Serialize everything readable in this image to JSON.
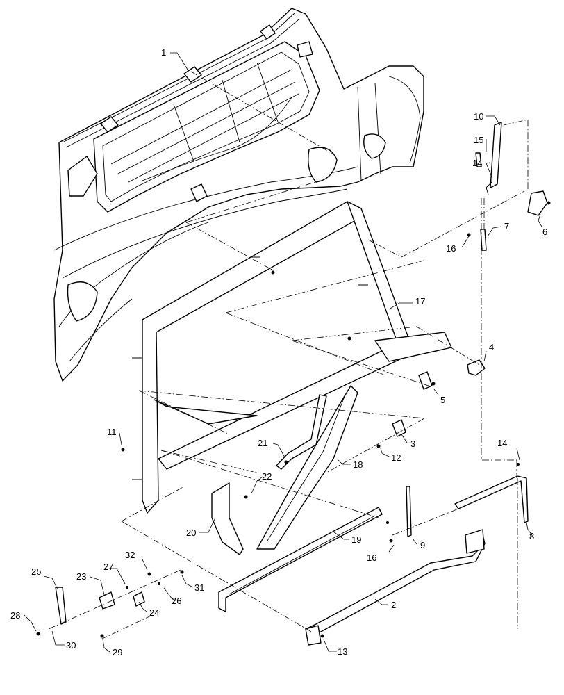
{
  "diagram": {
    "callouts": [
      {
        "id": "c1",
        "text": "1"
      },
      {
        "id": "c2",
        "text": "2"
      },
      {
        "id": "c3",
        "text": "3"
      },
      {
        "id": "c4",
        "text": "4"
      },
      {
        "id": "c5",
        "text": "5"
      },
      {
        "id": "c6",
        "text": "6"
      },
      {
        "id": "c7",
        "text": "7"
      },
      {
        "id": "c8",
        "text": "8"
      },
      {
        "id": "c9",
        "text": "9"
      },
      {
        "id": "c10",
        "text": "10"
      },
      {
        "id": "c11",
        "text": "11"
      },
      {
        "id": "c12",
        "text": "12"
      },
      {
        "id": "c13",
        "text": "13"
      },
      {
        "id": "c14a",
        "text": "14"
      },
      {
        "id": "c14b",
        "text": "14"
      },
      {
        "id": "c15",
        "text": "15"
      },
      {
        "id": "c16a",
        "text": "16"
      },
      {
        "id": "c16b",
        "text": "16"
      },
      {
        "id": "c17",
        "text": "17"
      },
      {
        "id": "c18",
        "text": "18"
      },
      {
        "id": "c19",
        "text": "19"
      },
      {
        "id": "c20",
        "text": "20"
      },
      {
        "id": "c21",
        "text": "21"
      },
      {
        "id": "c22",
        "text": "22"
      },
      {
        "id": "c23",
        "text": "23"
      },
      {
        "id": "c24",
        "text": "24"
      },
      {
        "id": "c25",
        "text": "25"
      },
      {
        "id": "c26",
        "text": "26"
      },
      {
        "id": "c27",
        "text": "27"
      },
      {
        "id": "c28",
        "text": "28"
      },
      {
        "id": "c29",
        "text": "29"
      },
      {
        "id": "c30",
        "text": "30"
      },
      {
        "id": "c31",
        "text": "31"
      },
      {
        "id": "c32",
        "text": "32"
      }
    ]
  }
}
